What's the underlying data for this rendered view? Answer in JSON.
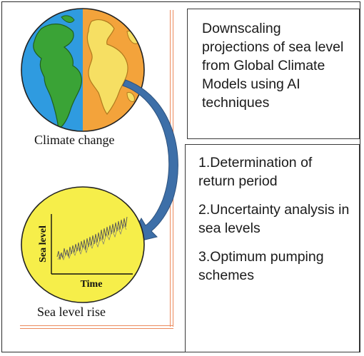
{
  "left": {
    "caption_top": "Climate change",
    "caption_bottom": "Sea level rise",
    "plot_ylabel": "Sea level",
    "plot_xlabel": "Time"
  },
  "box_top": {
    "text": "Downscaling projections of sea level from Global Climate Models using AI techniques"
  },
  "box_bottom": {
    "items": [
      "1.Determination of return period",
      "2.Uncertainty analysis in sea levels",
      "3.Optimum pumping schemes"
    ]
  },
  "colors": {
    "ocean": "#2f9be0",
    "land_west": "#3aa336",
    "hemisphere_east": "#f3a33b",
    "land_east": "#f6df63",
    "circle_fill": "#f6ee4a",
    "arrow": "#3d6fa8",
    "divider": "#ec8a5c"
  }
}
